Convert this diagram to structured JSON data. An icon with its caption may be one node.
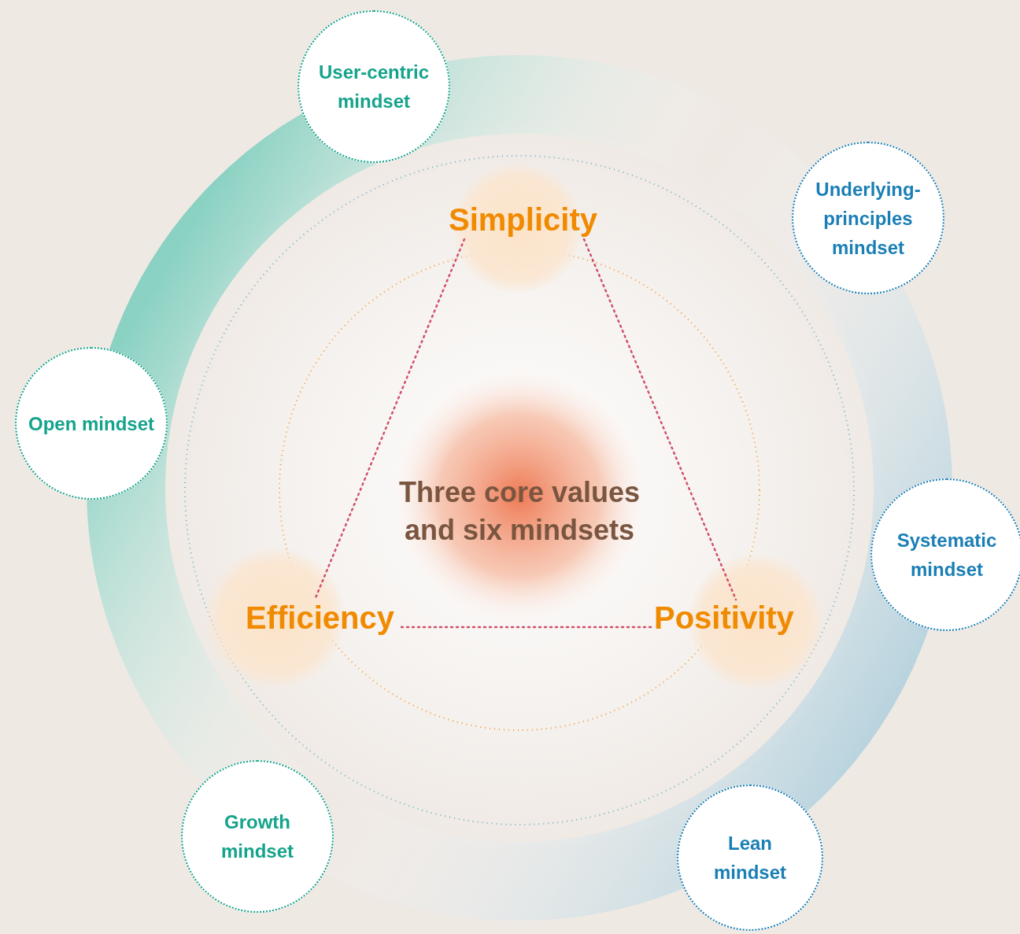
{
  "diagram": {
    "nodes": [
      {
        "text": [
          "User-centric mindset"
        ]
      },
      {
        "text": [
          "Simplicity"
        ]
      },
      {
        "text": [
          "Underlying-principles mindset"
        ]
      },
      {
        "text": [
          "Open mindset"
        ]
      },
      {
        "text": [
          "Three core values and six mindsets"
        ]
      },
      {
        "text": [
          "Systematic mindset"
        ]
      },
      {
        "text": [
          "Efficiency"
        ]
      },
      {
        "text": [
          "Positivity"
        ]
      },
      {
        "text": [
          "Growth mindset"
        ]
      },
      {
        "text": [
          "Lean mindset"
        ]
      }
    ],
    "edges": [
      {
        "from": 1,
        "to": 6,
        "arrow": "none",
        "style": "dashed"
      },
      {
        "from": 1,
        "to": 7,
        "arrow": "none",
        "style": "dashed"
      },
      {
        "from": 6,
        "to": 7,
        "arrow": "none",
        "style": "dashed"
      }
    ]
  }
}
